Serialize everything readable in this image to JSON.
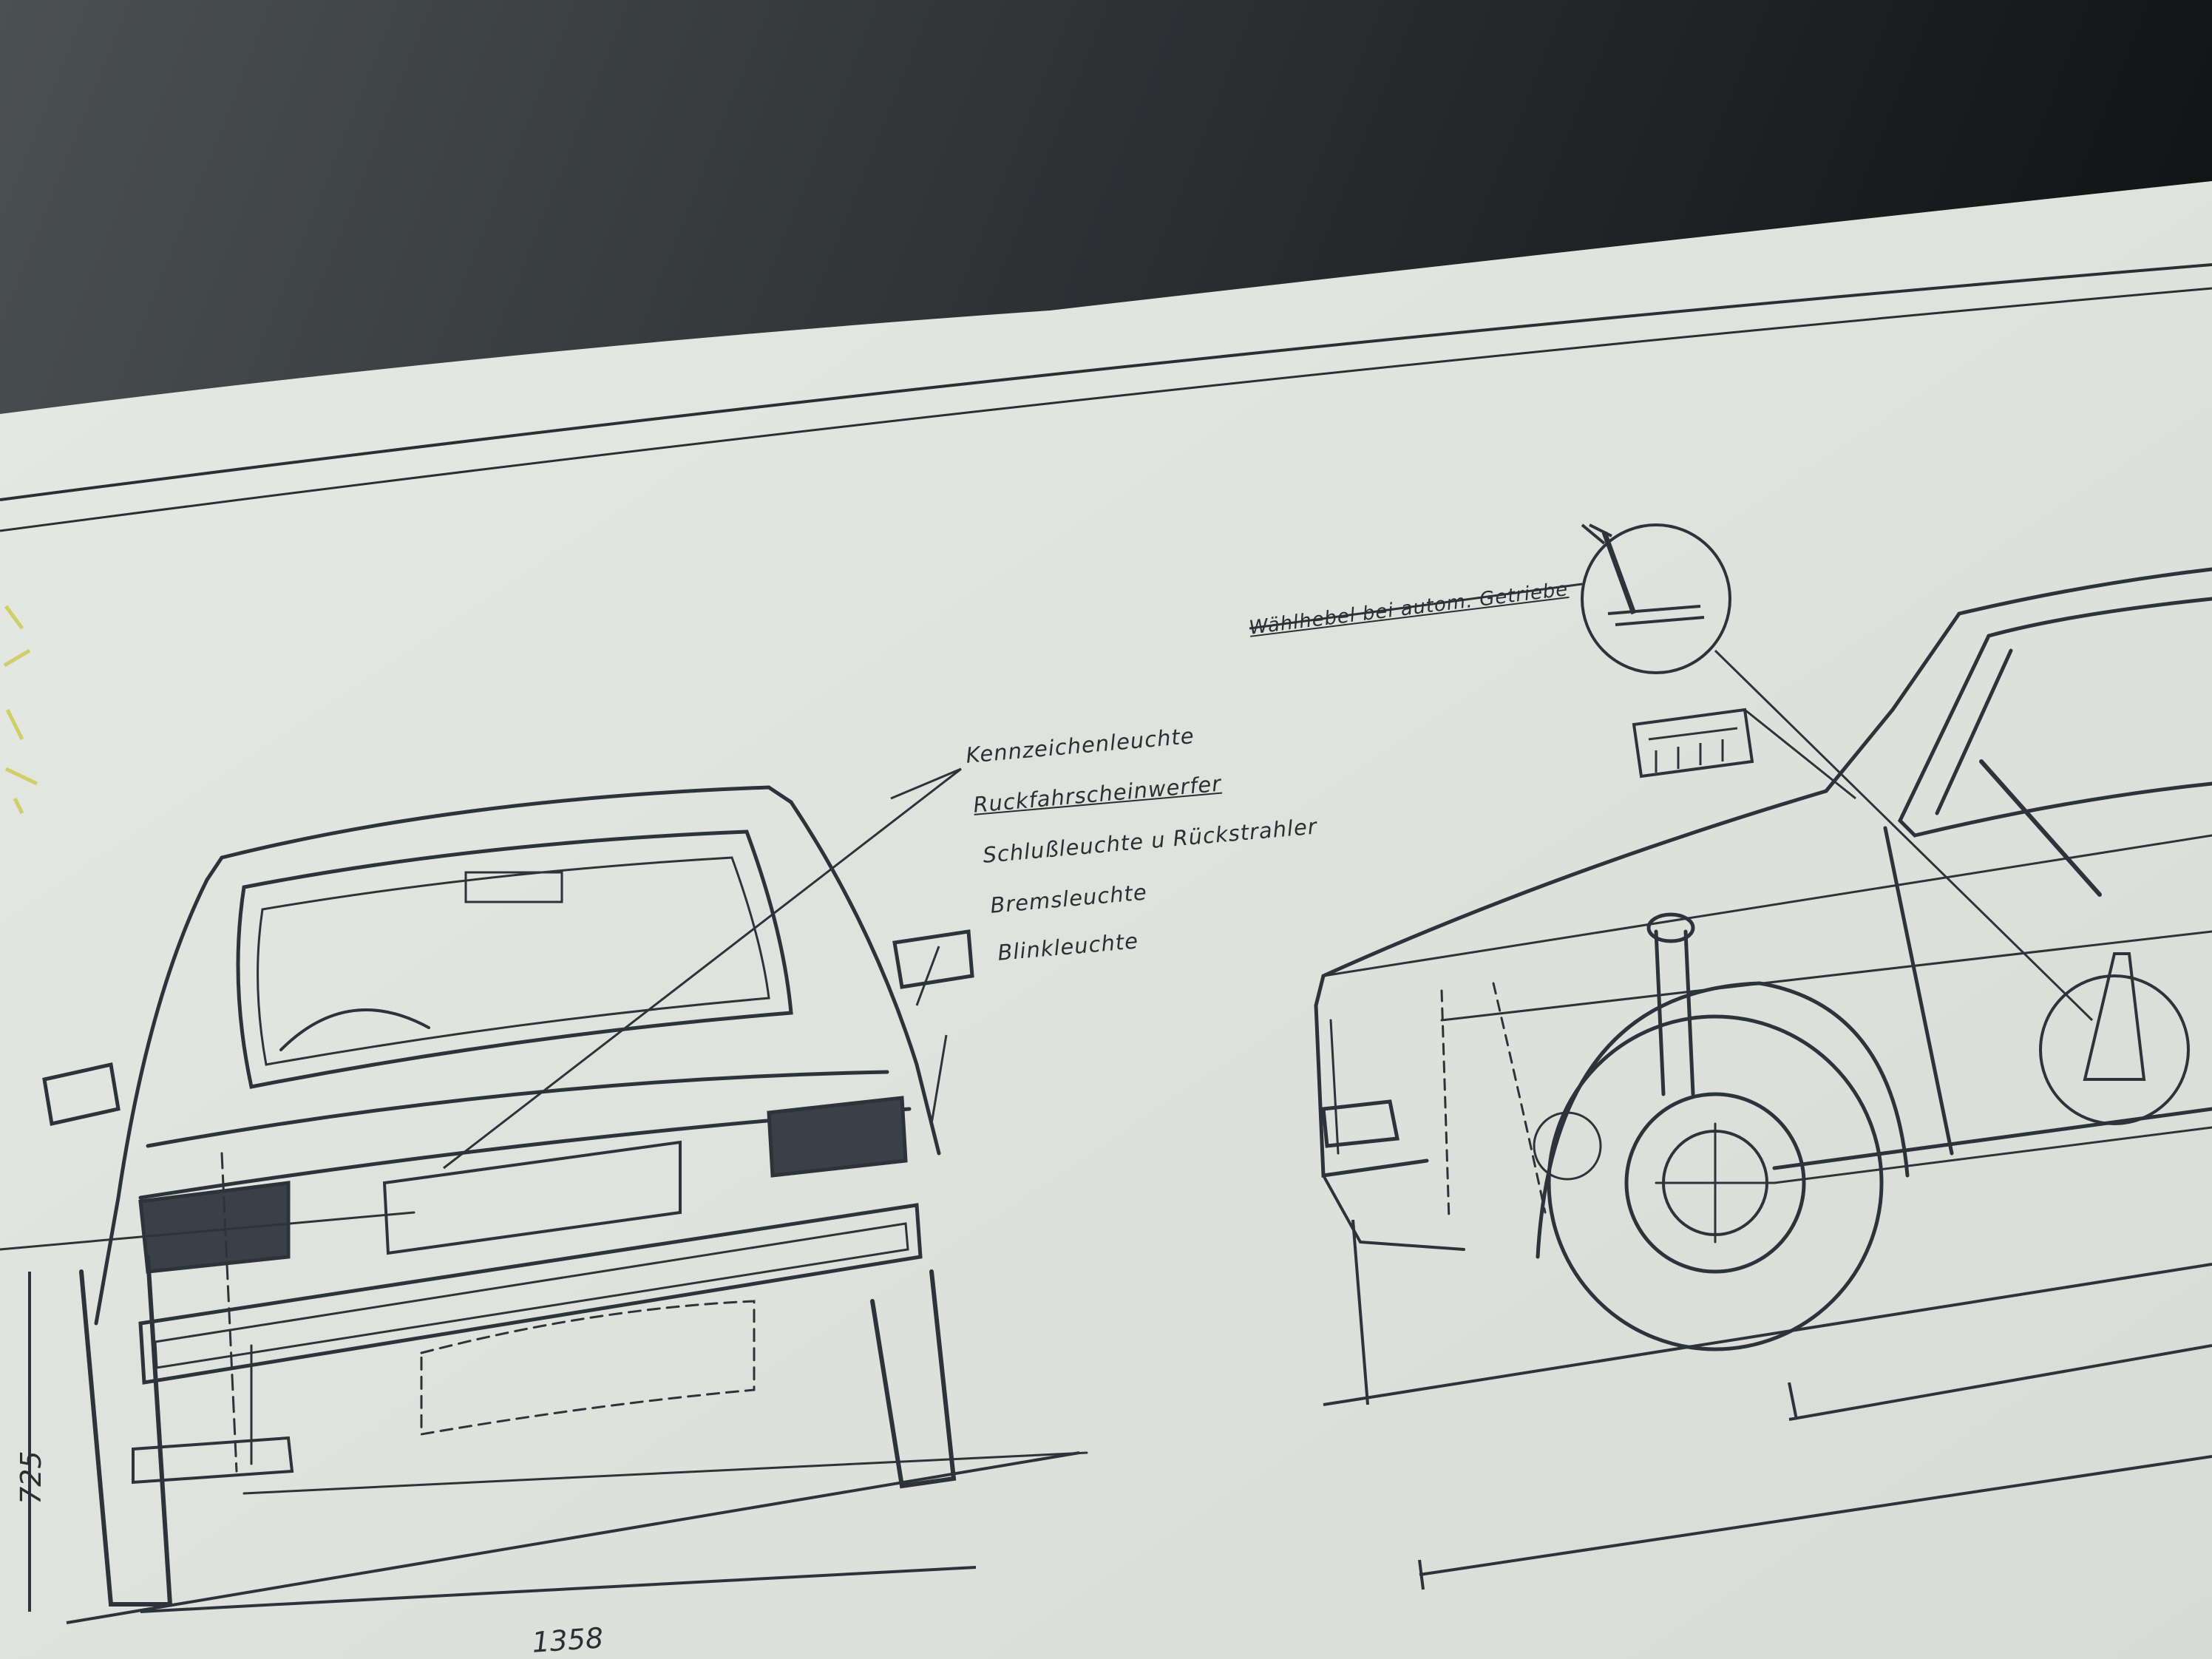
{
  "diagram": {
    "callouts": {
      "kennzeichen": "Kennzeichenleuchte",
      "rueckfahr": "Ruckfahrscheinwerfer",
      "schluss": "Schlußleuchte u Rückstrahler",
      "brems": "Bremsleuchte",
      "blink": "Blinkleuchte",
      "waehlhebel": "Wählhebel bei autom. Getriebe"
    },
    "dimensions": {
      "height": "725",
      "track": "1358"
    }
  }
}
